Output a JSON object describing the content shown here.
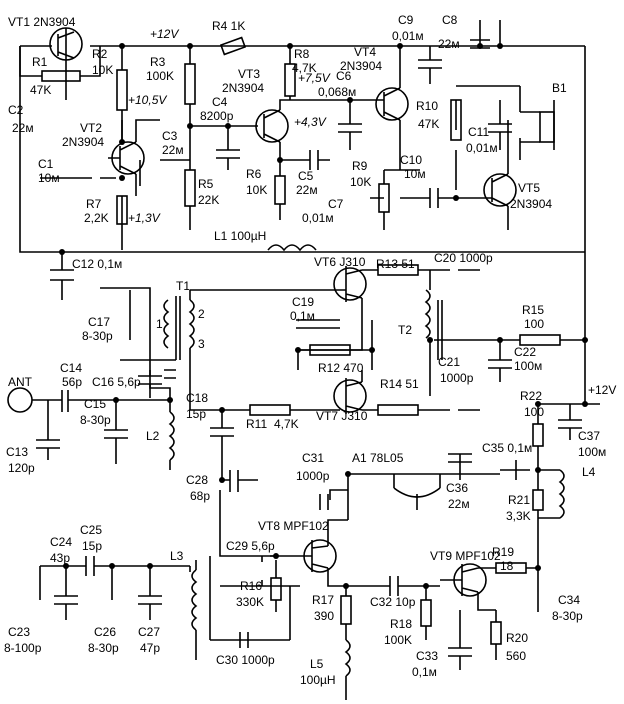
{
  "labels": [
    {
      "id": "vt1",
      "text": "VT1 2N3904"
    },
    {
      "id": "plus12top",
      "text": "+12V",
      "italic": true
    },
    {
      "id": "r4",
      "text": "R4 1K"
    },
    {
      "id": "c9a",
      "text": "C9"
    },
    {
      "id": "c9b",
      "text": "0,01м"
    },
    {
      "id": "c8a",
      "text": "C8"
    },
    {
      "id": "c8b",
      "text": "22м"
    },
    {
      "id": "r1a",
      "text": "R1"
    },
    {
      "id": "r1b",
      "text": "47K"
    },
    {
      "id": "r2a",
      "text": "R2"
    },
    {
      "id": "r2b",
      "text": "10K"
    },
    {
      "id": "r3a",
      "text": "R3"
    },
    {
      "id": "r3b",
      "text": "100K"
    },
    {
      "id": "r8a",
      "text": "R8"
    },
    {
      "id": "r8b",
      "text": "4,7K"
    },
    {
      "id": "vt4a",
      "text": "VT4"
    },
    {
      "id": "vt4b",
      "text": "2N3904"
    },
    {
      "id": "vt3a",
      "text": "VT3"
    },
    {
      "id": "vt3b",
      "text": "2N3904"
    },
    {
      "id": "v75",
      "text": "+7,5V",
      "italic": true
    },
    {
      "id": "c6a",
      "text": "C6"
    },
    {
      "id": "c6b",
      "text": "0,068м"
    },
    {
      "id": "v105",
      "text": "+10,5V",
      "italic": true
    },
    {
      "id": "c2a",
      "text": "C2"
    },
    {
      "id": "c2b",
      "text": "22м"
    },
    {
      "id": "c4a",
      "text": "C4"
    },
    {
      "id": "c4b",
      "text": "8200p"
    },
    {
      "id": "r10a",
      "text": "R10"
    },
    {
      "id": "r10b",
      "text": "47K"
    },
    {
      "id": "b1",
      "text": "B1"
    },
    {
      "id": "vt2a",
      "text": "VT2"
    },
    {
      "id": "vt2b",
      "text": "2N3904"
    },
    {
      "id": "c3a",
      "text": "C3"
    },
    {
      "id": "c3b",
      "text": "22м"
    },
    {
      "id": "v43",
      "text": "+4,3V",
      "italic": true
    },
    {
      "id": "c11a",
      "text": "C11"
    },
    {
      "id": "c11b",
      "text": "0,01м"
    },
    {
      "id": "c1a",
      "text": "C1"
    },
    {
      "id": "c1b",
      "text": "10м"
    },
    {
      "id": "r6a",
      "text": "R6"
    },
    {
      "id": "r6b",
      "text": "10K"
    },
    {
      "id": "r9a",
      "text": "R9"
    },
    {
      "id": "r9b",
      "text": "10K"
    },
    {
      "id": "c10a",
      "text": "C10"
    },
    {
      "id": "c10b",
      "text": "10м"
    },
    {
      "id": "r5a",
      "text": "R5"
    },
    {
      "id": "r5b",
      "text": "22K"
    },
    {
      "id": "c5a",
      "text": "C5"
    },
    {
      "id": "c5b",
      "text": "22м"
    },
    {
      "id": "r7a",
      "text": "R7"
    },
    {
      "id": "r7b",
      "text": "2,2K"
    },
    {
      "id": "v13",
      "text": "+1,3V",
      "italic": true
    },
    {
      "id": "c7a",
      "text": "C7"
    },
    {
      "id": "c7b",
      "text": "0,01м"
    },
    {
      "id": "vt5a",
      "text": "VT5"
    },
    {
      "id": "vt5b",
      "text": "2N3904"
    },
    {
      "id": "l1",
      "text": "L1 100µH"
    },
    {
      "id": "c12",
      "text": "C12 0,1м"
    },
    {
      "id": "vt6",
      "text": "VT6 J310"
    },
    {
      "id": "r13",
      "text": "R13 51"
    },
    {
      "id": "c20",
      "text": "C20 1000p"
    },
    {
      "id": "t1",
      "text": "T1"
    },
    {
      "id": "t1p1",
      "text": "1"
    },
    {
      "id": "t1p2",
      "text": "2"
    },
    {
      "id": "t1p3",
      "text": "3"
    },
    {
      "id": "c17a",
      "text": "C17"
    },
    {
      "id": "c17b",
      "text": "8-30p"
    },
    {
      "id": "c19a",
      "text": "C19"
    },
    {
      "id": "c19b",
      "text": "0,1м"
    },
    {
      "id": "r15a",
      "text": "R15"
    },
    {
      "id": "r15b",
      "text": "100"
    },
    {
      "id": "t2",
      "text": "T2"
    },
    {
      "id": "c22a",
      "text": "C22"
    },
    {
      "id": "c22b",
      "text": "100м"
    },
    {
      "id": "r12",
      "text": "R12 470"
    },
    {
      "id": "c21a",
      "text": "C21"
    },
    {
      "id": "c21b",
      "text": "1000p"
    },
    {
      "id": "ant",
      "text": "ANT"
    },
    {
      "id": "c14a",
      "text": "C14"
    },
    {
      "id": "c14b",
      "text": "56p"
    },
    {
      "id": "c16",
      "text": "C16 5,6p"
    },
    {
      "id": "r14",
      "text": "R14 51"
    },
    {
      "id": "plus12r",
      "text": "+12V"
    },
    {
      "id": "c18a",
      "text": "C18"
    },
    {
      "id": "c18b",
      "text": "15p"
    },
    {
      "id": "r11a",
      "text": "R11"
    },
    {
      "id": "r11b",
      "text": "4,7K"
    },
    {
      "id": "vt7",
      "text": "VT7 J310"
    },
    {
      "id": "r22a",
      "text": "R22"
    },
    {
      "id": "r22b",
      "text": "100"
    },
    {
      "id": "c15a",
      "text": "C15"
    },
    {
      "id": "c15b",
      "text": "8-30p"
    },
    {
      "id": "l2",
      "text": "L2"
    },
    {
      "id": "c35",
      "text": "C35 0,1м"
    },
    {
      "id": "c37a",
      "text": "C37"
    },
    {
      "id": "c37b",
      "text": "100м"
    },
    {
      "id": "c13a",
      "text": "C13"
    },
    {
      "id": "c13b",
      "text": "120p"
    },
    {
      "id": "c28a",
      "text": "C28"
    },
    {
      "id": "c28b",
      "text": "68p"
    },
    {
      "id": "c31a",
      "text": "C31"
    },
    {
      "id": "c31b",
      "text": "1000p"
    },
    {
      "id": "a1",
      "text": "A1 78L05"
    },
    {
      "id": "c36a",
      "text": "C36"
    },
    {
      "id": "c36b",
      "text": "22м"
    },
    {
      "id": "l4",
      "text": "L4"
    },
    {
      "id": "r21a",
      "text": "R21"
    },
    {
      "id": "r21b",
      "text": "3,3K"
    },
    {
      "id": "vt8",
      "text": "VT8 MPF102"
    },
    {
      "id": "c25a",
      "text": "C25"
    },
    {
      "id": "c25b",
      "text": "15p"
    },
    {
      "id": "c24a",
      "text": "C24"
    },
    {
      "id": "c24b",
      "text": "43p"
    },
    {
      "id": "c29",
      "text": "C29 5,6p"
    },
    {
      "id": "vt9",
      "text": "VT9 MPF102"
    },
    {
      "id": "r19a",
      "text": "R19"
    },
    {
      "id": "r19b",
      "text": "18"
    },
    {
      "id": "l3",
      "text": "L3"
    },
    {
      "id": "r16a",
      "text": "R16"
    },
    {
      "id": "r16b",
      "text": "330K"
    },
    {
      "id": "c34a",
      "text": "C34"
    },
    {
      "id": "c34b",
      "text": "8-30p"
    },
    {
      "id": "r17a",
      "text": "R17"
    },
    {
      "id": "r17b",
      "text": "390"
    },
    {
      "id": "c32",
      "text": "C32 10p"
    },
    {
      "id": "r18a",
      "text": "R18"
    },
    {
      "id": "r18b",
      "text": "100K"
    },
    {
      "id": "c23a",
      "text": "C23"
    },
    {
      "id": "c23b",
      "text": "8-100p"
    },
    {
      "id": "c26a",
      "text": "C26"
    },
    {
      "id": "c26b",
      "text": "8-30p"
    },
    {
      "id": "c27a",
      "text": "C27"
    },
    {
      "id": "c27b",
      "text": "47p"
    },
    {
      "id": "c30",
      "text": "C30 1000p"
    },
    {
      "id": "r20a",
      "text": "R20"
    },
    {
      "id": "r20b",
      "text": "560"
    },
    {
      "id": "c33a",
      "text": "C33"
    },
    {
      "id": "c33b",
      "text": "0,1м"
    },
    {
      "id": "l5a",
      "text": "L5"
    },
    {
      "id": "l5b",
      "text": "100µH"
    }
  ]
}
